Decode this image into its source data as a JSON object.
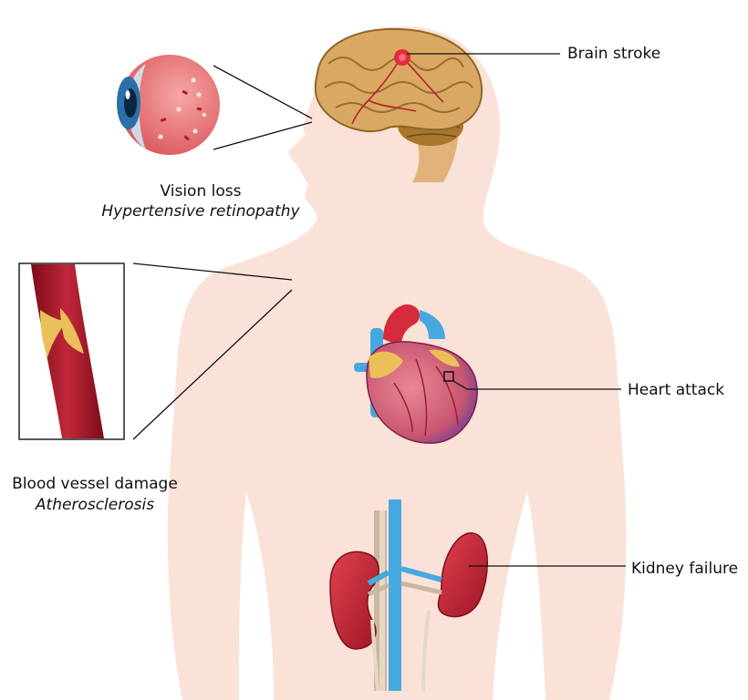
{
  "colors": {
    "skin": "#fbe2d8",
    "brain": "#d9a963",
    "blood_red": "#a31626",
    "plaque": "#e9c05a",
    "vein_blue": "#47a8df",
    "leader": "#111111"
  },
  "labels": {
    "brain": "Brain stroke",
    "vision_main": "Vision loss",
    "vision_sub": "Hypertensive retinopathy",
    "vessel_main": "Blood vessel damage",
    "vessel_sub": "Atherosclerosis",
    "heart": "Heart attack",
    "kidney": "Kidney failure"
  },
  "icons": [
    "body-silhouette",
    "brain-icon",
    "eye-icon",
    "vessel-icon",
    "heart-icon",
    "kidneys-icon"
  ]
}
